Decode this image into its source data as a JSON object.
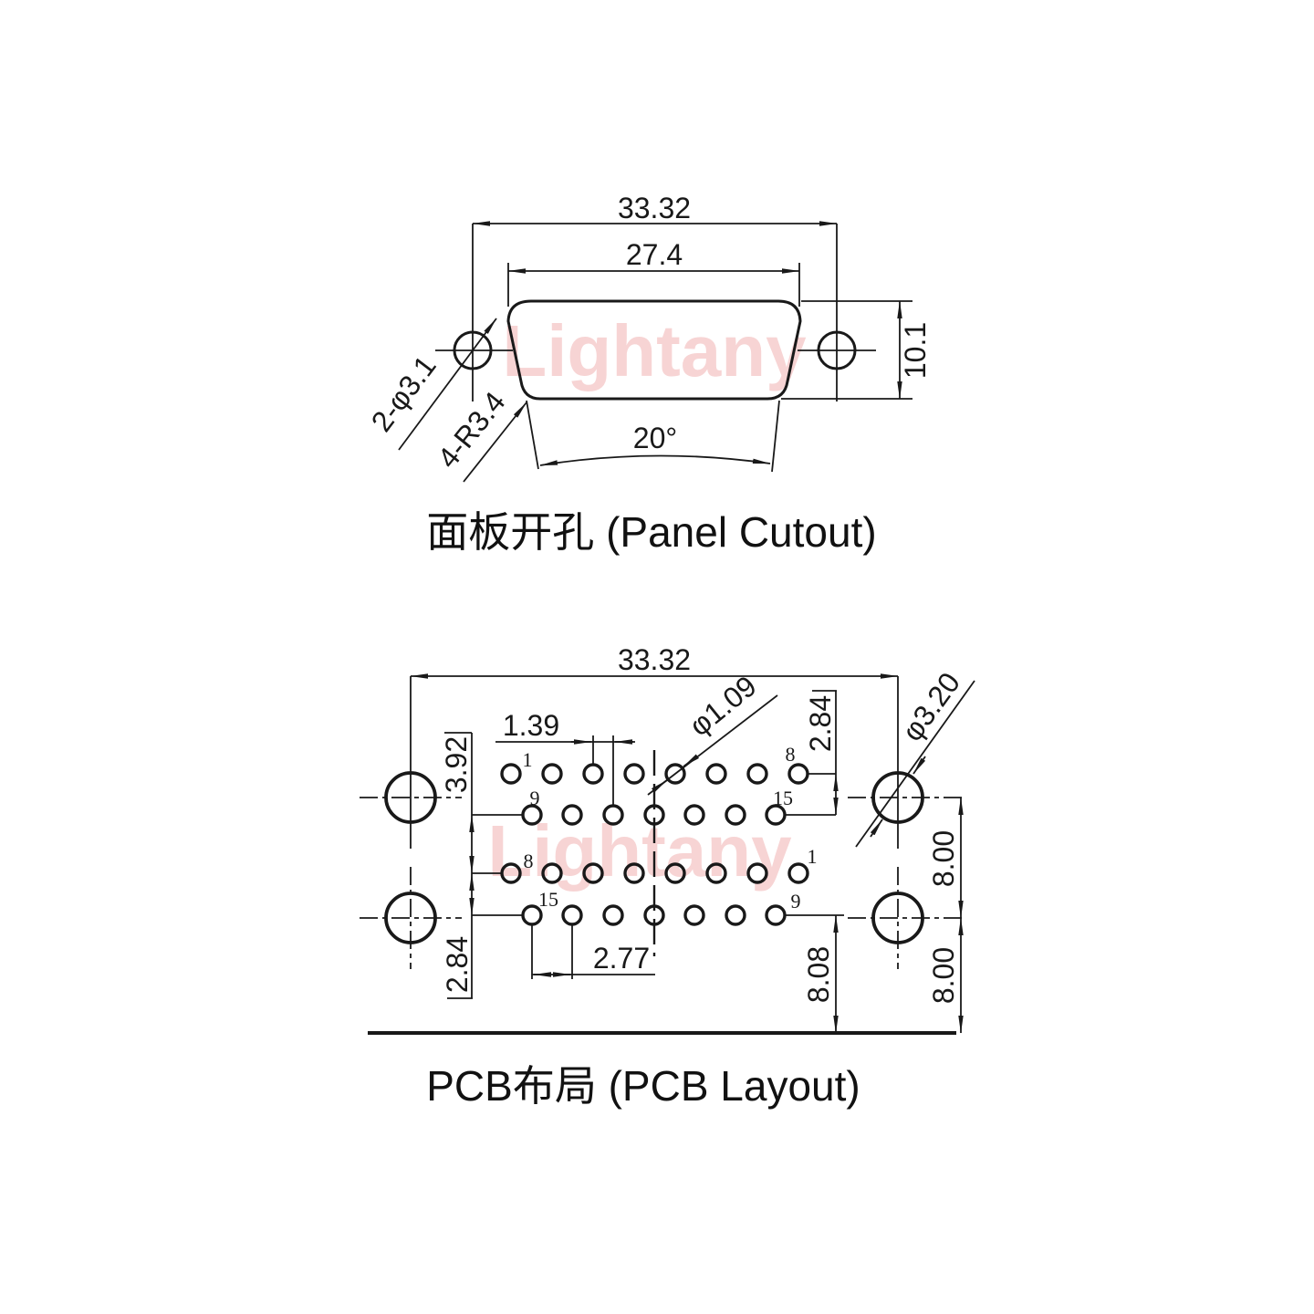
{
  "watermark": {
    "text": "Lightany"
  },
  "panel_cutout": {
    "title": "面板开孔 (Panel Cutout)",
    "dims": {
      "overall_width": "33.32",
      "top_width": "27.4",
      "height": "10.1",
      "side_angle": "20°",
      "mounting_holes": "2-φ3.1",
      "corner_radius": "4-R3.4"
    }
  },
  "pcb_layout": {
    "title": "PCB布局 (PCB Layout)",
    "dims": {
      "mounting_span": "33.32",
      "row_stagger": "1.39",
      "connector_gap": "3.92",
      "row_pitch_upper": "2.84",
      "row_pitch_lower": "2.84",
      "pin_hole_dia": "φ1.09",
      "mount_hole_dia": "φ3.20",
      "mount_gap_right": "8.00",
      "mount_to_edge": "8.00",
      "row_to_edge": "8.08",
      "pin_pitch": "2.77"
    },
    "pin_labels": {
      "row1_first": "1",
      "row1_last": "8",
      "row2_first": "9",
      "row2_last": "15",
      "row3_first": "8",
      "row3_last": "1",
      "row4_first": "15",
      "row4_last": "9"
    }
  }
}
